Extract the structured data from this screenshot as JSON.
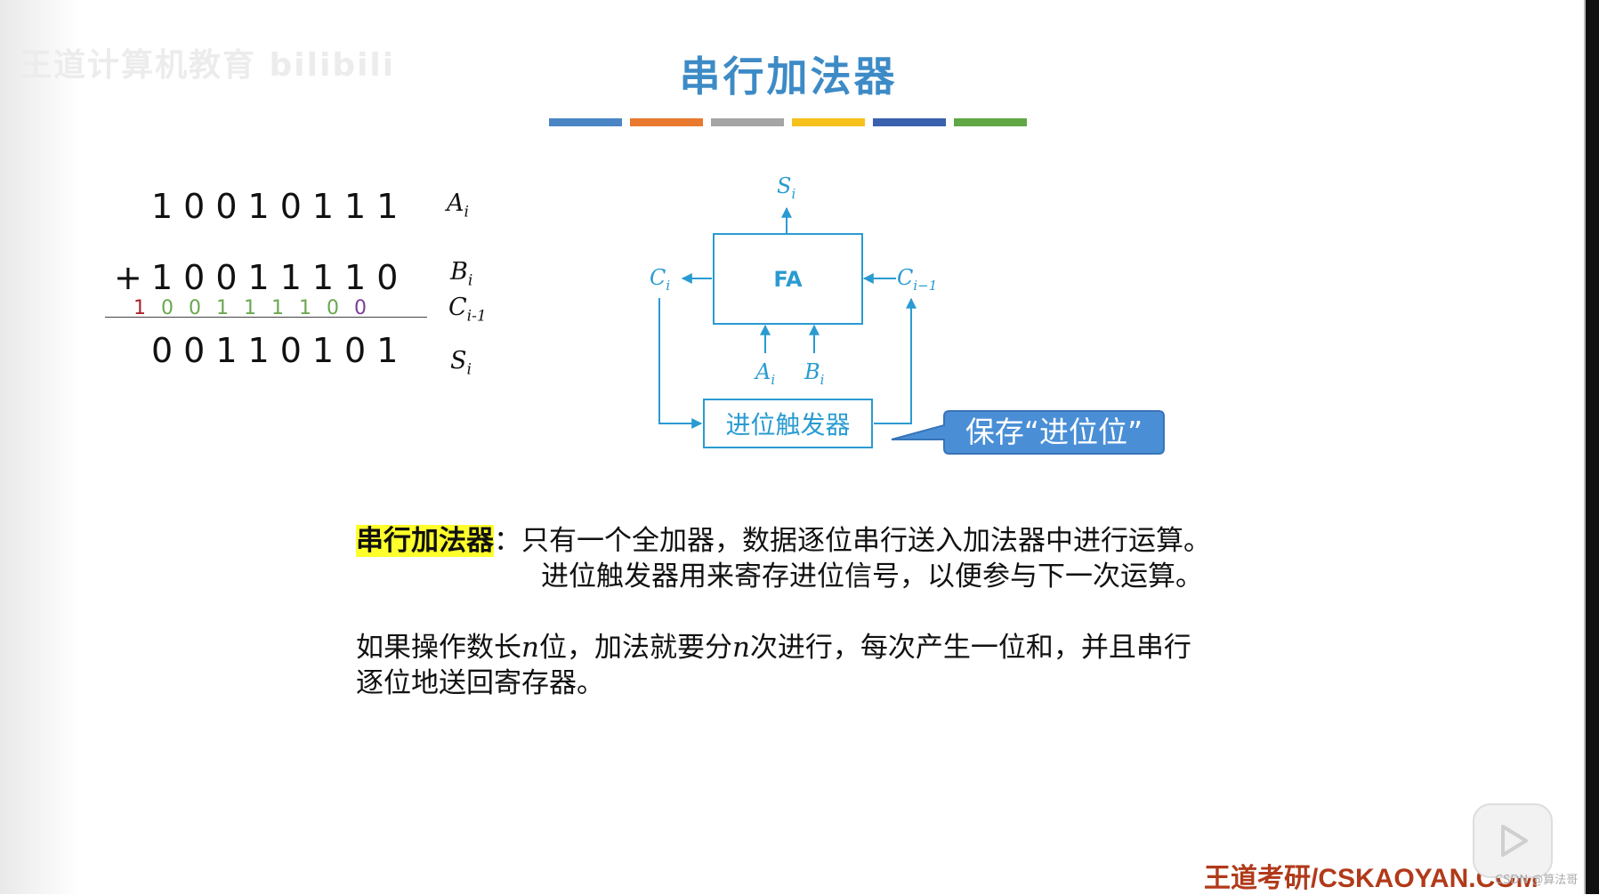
{
  "watermark": "王道计算机教育 bilibili",
  "title": "串行加法器",
  "colorbar": [
    "#4a86c5",
    "#e8792f",
    "#a5a5a5",
    "#f6c11a",
    "#3a61ad",
    "#5fa845"
  ],
  "addition": {
    "a": "10010111",
    "b": "10011110",
    "plus": "+",
    "sum": "00110101",
    "carry_digits": [
      "1",
      "0",
      "0",
      "1",
      "1",
      "1",
      "1",
      "0",
      "0"
    ],
    "carry_colors": [
      "#a8262b",
      "#6aa84f",
      "#6aa84f",
      "#6aa84f",
      "#6aa84f",
      "#6aa84f",
      "#6aa84f",
      "#6aa84f",
      "#7d3c98"
    ],
    "label_a": "A",
    "label_a_sub": "i",
    "label_b": "B",
    "label_b_sub": "i",
    "label_c": "C",
    "label_c_sub": "i-1",
    "label_s": "S",
    "label_s_sub": "i"
  },
  "diagram": {
    "fa_label": "FA",
    "flipflop_label": "进位触发器",
    "s_out": "S",
    "s_out_sub": "i",
    "c_out": "C",
    "c_out_sub": "i",
    "c_in": "C",
    "c_in_sub": "i−1",
    "a_in": "A",
    "a_in_sub": "i",
    "b_in": "B",
    "b_in_sub": "i",
    "callout": "保存“进位位”",
    "accent": "#2a9bd1",
    "callout_color": "#4a8fd6"
  },
  "description": {
    "term": "串行加法器",
    "colon": "：",
    "line1": "只有一个全加器，数据逐位串行送入加法器中进行运算。",
    "line2": "进位触发器用来寄存进位信号，以便参与下一次运算。",
    "para2_part1": "如果操作数长",
    "para2_n1": "n",
    "para2_part2": "位，加法就要分",
    "para2_n2": "n",
    "para2_part3": "次进行，每次产生一位和，并且串行",
    "para2_line2": "逐位地送回寄存器。"
  },
  "footer": "王道考研/CSKAOYAN.COM",
  "csdn": "CSDN @算法哥"
}
